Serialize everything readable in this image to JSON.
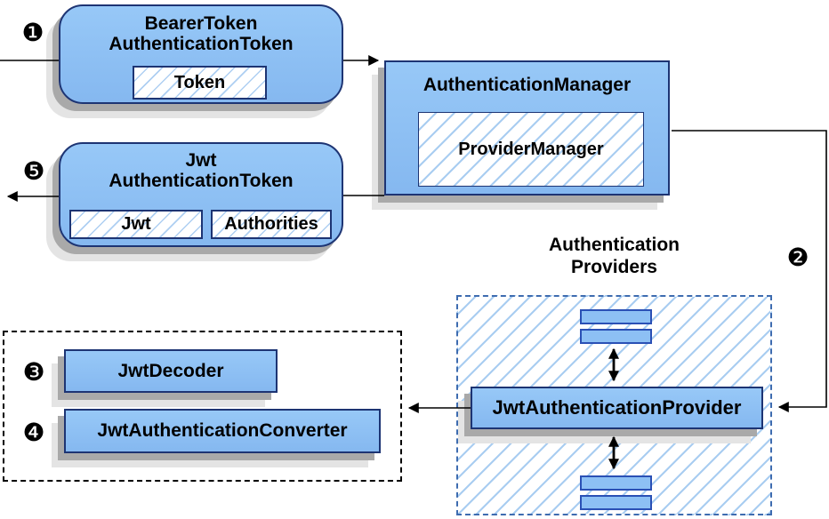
{
  "steps": {
    "s1": "❶",
    "s2": "❷",
    "s3": "❸",
    "s4": "❹",
    "s5": "❺"
  },
  "nodes": {
    "bearer_token": {
      "line1": "BearerToken",
      "line2": "AuthenticationToken",
      "token": "Token"
    },
    "authentication_manager": {
      "title": "AuthenticationManager",
      "inner": "ProviderManager"
    },
    "jwt_token": {
      "line1": "Jwt",
      "line2": "AuthenticationToken",
      "jwt": "Jwt",
      "authorities": "Authorities"
    },
    "providers": {
      "line1": "Authentication",
      "line2": "Providers",
      "provider": "JwtAuthenticationProvider"
    },
    "converters": {
      "decoder": "JwtDecoder",
      "converter": "JwtAuthenticationConverter"
    }
  },
  "colors": {
    "node_fill": "#8dc0f4",
    "node_border": "#1d3473",
    "bar_border": "#2a50b5",
    "hatch_line": "#a9cdf1",
    "dashed_blue_border": "#3e6cb0",
    "dashed_black_border": "#000000",
    "shadow_dark": "#a9a9a9",
    "shadow_light": "#e4e4e4",
    "arrow": "#000000"
  }
}
